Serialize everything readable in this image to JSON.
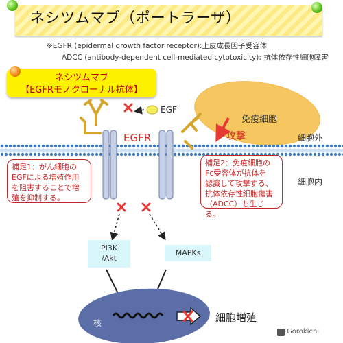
{
  "title": "ネシツムマブ（ポートラーザ）",
  "notes": [
    "※EGFR (epidermal growth factor receptor):上皮成長因子受容体",
    "ADCC (antibody-dependent cell-mediated cytotoxicity): 抗体依存性細胞障害"
  ],
  "drug_box": {
    "line1": "ネシツムマブ",
    "line2": "【EGFRモノクローナル抗体】"
  },
  "labels": {
    "egf": "EGF",
    "egfr": "EGFR",
    "immune_cell": "免疫細胞",
    "attack": "攻撃",
    "outside": "細胞外",
    "inside": "細胞内",
    "nucleus": "核",
    "proliferation": "細胞増殖"
  },
  "callouts": {
    "left": [
      "補足1：がん細胞の",
      "EGFによる増殖作用",
      "を阻害することで増",
      "殖を抑制する。"
    ],
    "right": [
      "補足2：免疫細胞の",
      "Fc受容体が抗体を",
      "認識して攻撃する、",
      "抗体依存性細胞傷害",
      "（ADCC）も生じる。"
    ]
  },
  "kinases": {
    "pi3k_line1": "PI3K",
    "pi3k_line2": "/Akt",
    "mapk": "MAPKs"
  },
  "brand": "Gorokichi",
  "colors": {
    "membrane": "#3a7bc8",
    "inhibit": "#e53935",
    "antibody": "#d4a72c",
    "immune": "#f6c760",
    "nucleus": "#5b6ea8",
    "drug_box": "#fff200"
  }
}
